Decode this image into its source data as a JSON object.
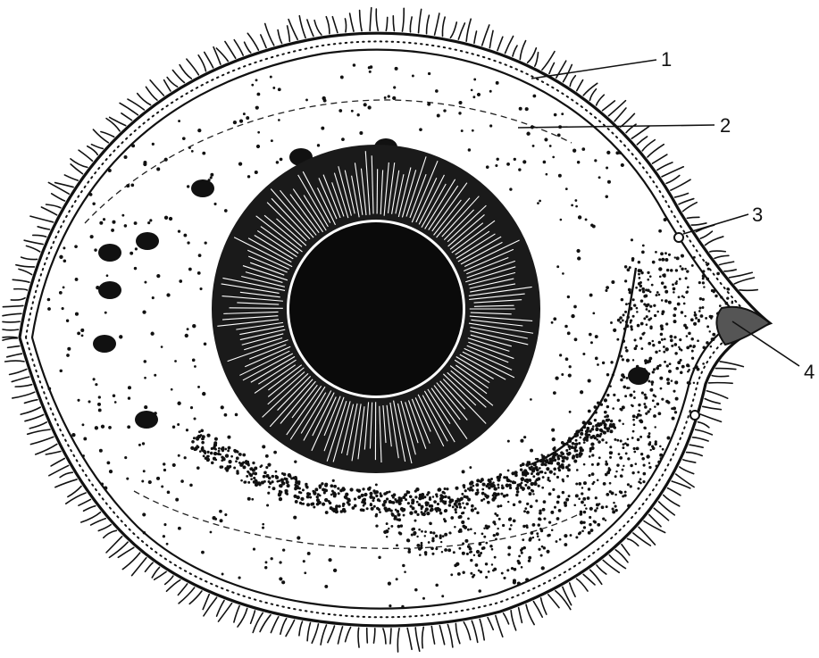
{
  "figure": {
    "callouts": [
      {
        "id": "1",
        "label": "1"
      },
      {
        "id": "2",
        "label": "2"
      },
      {
        "id": "3",
        "label": "3"
      },
      {
        "id": "4",
        "label": "4"
      }
    ]
  },
  "colors": {
    "ink": "#111111",
    "paper": "#ffffff"
  }
}
